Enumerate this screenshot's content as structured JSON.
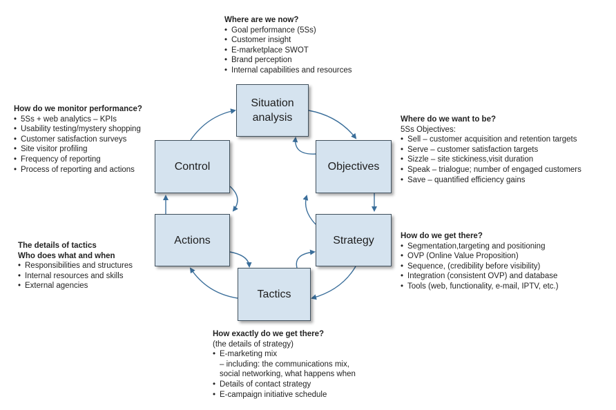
{
  "boxes": {
    "situation": [
      "Situation",
      "analysis"
    ],
    "objectives": [
      "Objectives"
    ],
    "strategy": [
      "Strategy"
    ],
    "tactics": [
      "Tactics"
    ],
    "actions": [
      "Actions"
    ],
    "control": [
      "Control"
    ]
  },
  "notes": {
    "top": {
      "headings": [
        "Where are we now?"
      ],
      "items": [
        "Goal performance (5Ss)",
        "Customer insight",
        "E-marketplace SWOT",
        "Brand perception",
        "Internal capabilities and resources"
      ]
    },
    "left_top": {
      "headings": [
        "How do we monitor performance?"
      ],
      "items": [
        "5Ss + web analytics – KPIs",
        "Usability testing/mystery shopping",
        "Customer satisfaction surveys",
        "Site visitor profiling",
        "Frequency of reporting",
        "Process of reporting and actions"
      ]
    },
    "right_top": {
      "headings": [
        "Where do we want to be?"
      ],
      "subheading": "5Ss Objectives:",
      "items": [
        "Sell – customer acquisition and retention targets",
        "Serve – customer satisfaction targets",
        "Sizzle – site stickiness,visit duration",
        "Speak – trialogue; number of engaged customers",
        "Save – quantified efficiency gains"
      ]
    },
    "left_bottom": {
      "headings": [
        "The details of tactics",
        "Who does what and when"
      ],
      "items": [
        "Responsibilities and structures",
        "Internal resources and skills",
        "External agencies"
      ]
    },
    "right_bottom": {
      "headings": [
        "How do we get there?"
      ],
      "items": [
        "Segmentation,targeting and positioning",
        "OVP (Online Value Proposition)",
        "Sequence, (credibility before visibility)",
        "Integration (consistent OVP) and database",
        "Tools (web, functionality, e-mail, IPTV, etc.)"
      ]
    },
    "bottom": {
      "headings": [
        "How exactly do we get there?"
      ],
      "subheading": "(the details of strategy)",
      "items": [
        "E-marketing mix"
      ],
      "subitems": [
        "– including: the communications mix,",
        "social networking, what happens when"
      ],
      "items2": [
        "Details of contact strategy",
        "E-campaign initiative schedule"
      ]
    }
  },
  "colors": {
    "box_fill": "#d5e3ef",
    "box_border": "#3f4f5c",
    "arrow": "#3a6e9a"
  }
}
